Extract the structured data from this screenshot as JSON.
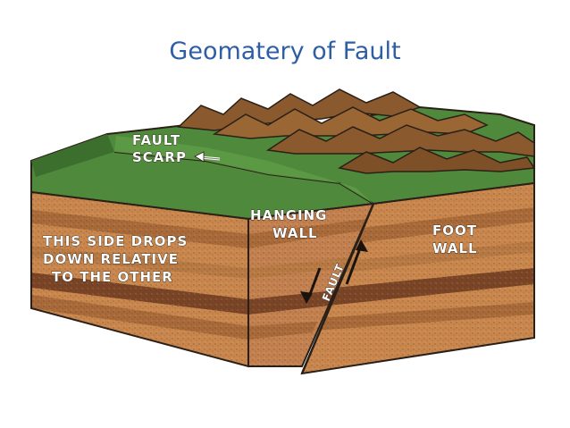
{
  "title": "Geomatery of Fault",
  "labels": {
    "fault_scarp_line1": "FAULT",
    "fault_scarp_line2": "SCARP",
    "hanging_wall_line1": "HANGING",
    "hanging_wall_line2": "WALL",
    "foot_wall_line1": "FOOT",
    "foot_wall_line2": "WALL",
    "drops_line1": "THIS SIDE DROPS",
    "drops_line2": "DOWN RELATIVE",
    "drops_line3": "TO THE OTHER",
    "fault_plane": "FAULT"
  },
  "colors": {
    "title": "#2e5ea3",
    "ground": "#4f8a3c",
    "ground_dark": "#3c6e2d",
    "hills": "#8a5a2e",
    "rock_light": "#c9874e",
    "rock_mid": "#a96a3a",
    "rock_dark": "#7a4526"
  }
}
